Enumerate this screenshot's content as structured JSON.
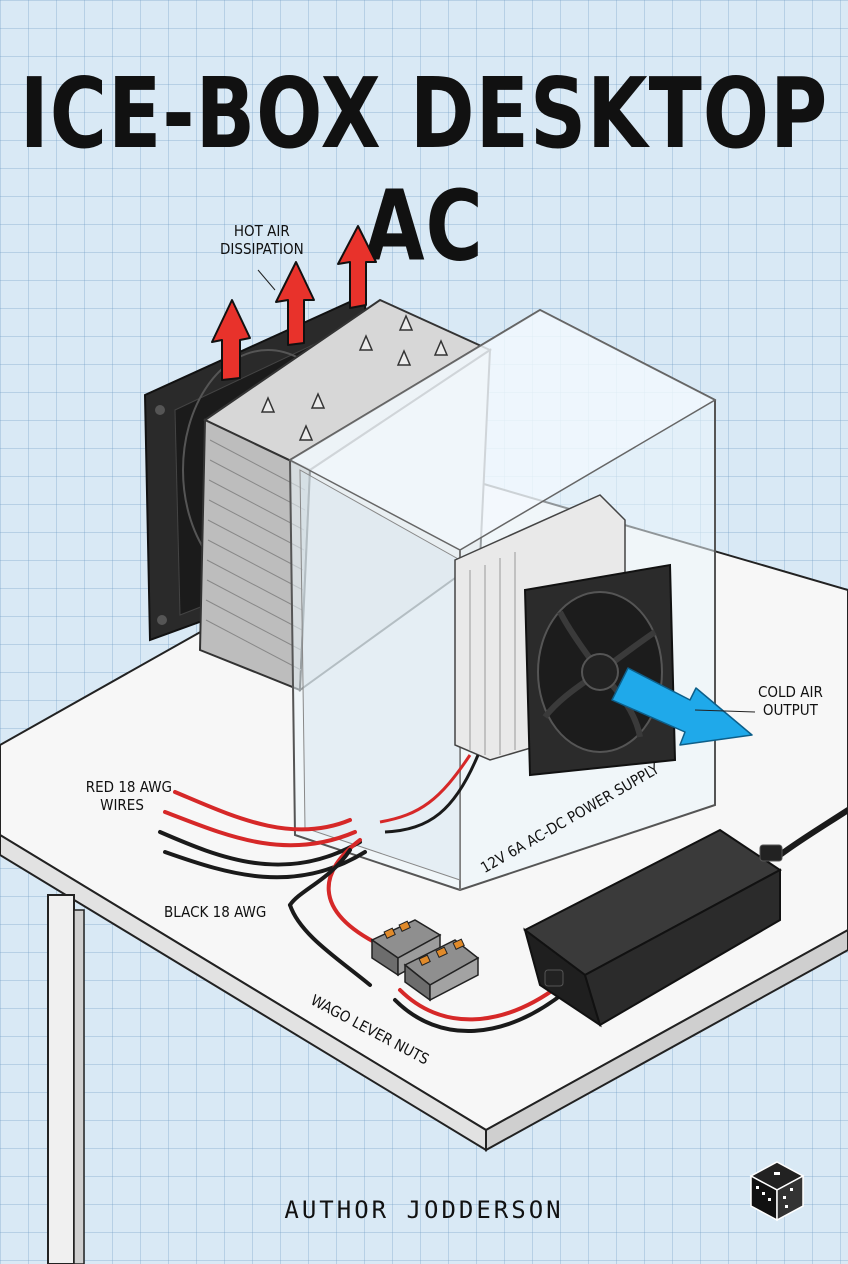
{
  "title": "ICE-BOX DESKTOP AC",
  "labels": {
    "hot_air_line1": "HOT AIR",
    "hot_air_line2": "DISSIPATION",
    "cold_air_line1": "COLD AIR",
    "cold_air_line2": "OUTPUT",
    "red_wires_line1": "RED 18 AWG",
    "red_wires_line2": "WIRES",
    "black_wires": "BLACK 18 AWG",
    "power_supply": "12V 6A AC-DC POWER SUPPLY",
    "wago": "WAGO LEVER NUTS"
  },
  "author": "AUTHOR JODDERSON",
  "colors": {
    "hot_arrow": "#e8322b",
    "cold_arrow": "#1fa9ea",
    "red_wire": "#d62828",
    "black_wire": "#1a1a1a",
    "table_top": "#f7f7f7",
    "background": "#d9e9f5"
  },
  "icons": [
    "publisher-cube-logo"
  ]
}
